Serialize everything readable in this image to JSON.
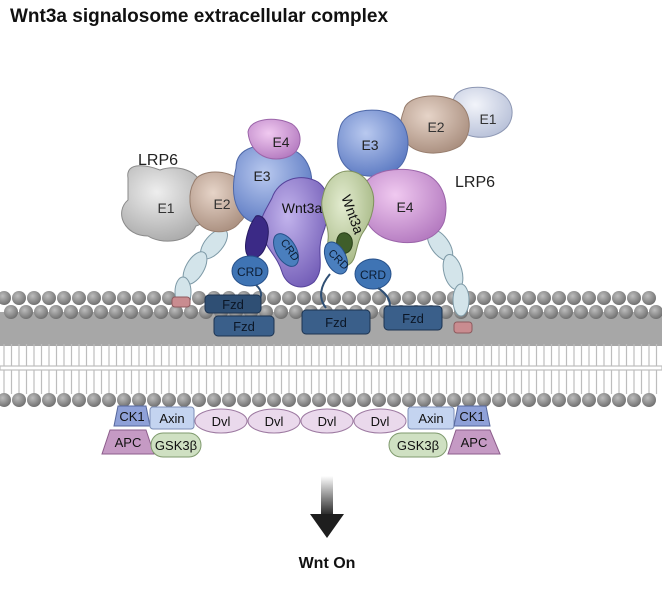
{
  "title": "Wnt3a signalosome extracellular complex",
  "lrp6_left": {
    "label": "LRP6",
    "domains": [
      "E1",
      "E2",
      "E3",
      "E4"
    ]
  },
  "lrp6_right": {
    "label": "LRP6",
    "domains": [
      "E1",
      "E2",
      "E3",
      "E4"
    ]
  },
  "wnt_left": "Wnt3a",
  "wnt_right": "Wnt3a",
  "crd_labels": [
    "CRD",
    "CRD",
    "CRD",
    "CRD"
  ],
  "fzd_labels": [
    "Fzd",
    "Fzd",
    "Fzd",
    "Fzd"
  ],
  "intracellular": {
    "left": {
      "ck1": "CK1",
      "axin": "Axin",
      "apc": "APC",
      "gsk": "GSK3β"
    },
    "right": {
      "ck1": "CK1",
      "axin": "Axin",
      "apc": "APC",
      "gsk": "GSK3β"
    },
    "dvl": [
      "Dvl",
      "Dvl",
      "Dvl",
      "Dvl"
    ]
  },
  "outcome": "Wnt On",
  "colors": {
    "e1": "#cfcfcf",
    "e2": "#cfb7a6",
    "e3": "#8ea6dc",
    "e4": "#d9a6de",
    "wnt_left": "#8b74c9",
    "wnt_right": "#c8d6a8",
    "crd": "#3f74b4",
    "fzd": "#2f4f74",
    "membrane": "#9a9a9a",
    "dvl": "#ead9ec",
    "axin": "#c4d4f0",
    "ck1": "#8fa1d8",
    "apc": "#c59ac4",
    "gsk": "#cfe0c2"
  }
}
